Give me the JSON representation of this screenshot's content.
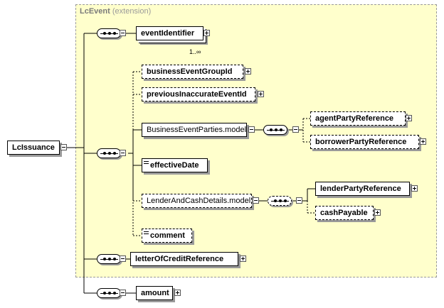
{
  "extension": {
    "name": "LcEvent",
    "note": "(extension)"
  },
  "root": {
    "label": "LcIssuance"
  },
  "event_identifier": {
    "label": "eventIdentifier",
    "cardinality": "1..∞"
  },
  "business_event_group_id": {
    "label": "businessEventGroupId"
  },
  "previous_inaccurate_event_id": {
    "label": "previousInaccurateEventId"
  },
  "business_event_parties_model": {
    "label": "BusinessEventParties.model"
  },
  "agent_party_reference": {
    "label": "agentPartyReference"
  },
  "borrower_party_reference": {
    "label": "borrowerPartyReference"
  },
  "effective_date": {
    "label": "effectiveDate"
  },
  "lender_and_cash_details_model": {
    "label": "LenderAndCashDetails.model"
  },
  "lender_party_reference": {
    "label": "lenderPartyReference"
  },
  "cash_payable": {
    "label": "cashPayable"
  },
  "comment": {
    "label": "comment"
  },
  "letter_of_credit_reference": {
    "label": "letterOfCreditReference"
  },
  "amount": {
    "label": "amount"
  }
}
